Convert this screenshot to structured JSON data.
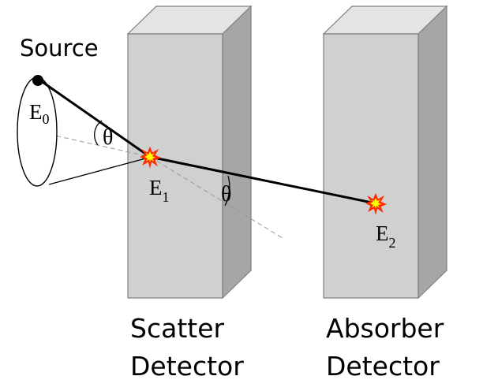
{
  "labels": {
    "source": "Source",
    "e0_base": "E",
    "e0_sub": "0",
    "e1_base": "E",
    "e1_sub": "1",
    "e2_base": "E",
    "e2_sub": "2",
    "theta_cone": "θ",
    "theta_scatter": "θ",
    "scatter_detector_line1": "Scatter",
    "scatter_detector_line2": "Detector",
    "absorber_detector_line1": "Absorber",
    "absorber_detector_line2": "Detector"
  },
  "colors": {
    "detector_front": "#d0d0d0",
    "detector_side": "#a6a6a6",
    "detector_top": "#e4e4e4",
    "detector_edge": "#7f7f7f",
    "ray": "#000000",
    "axis_dashed": "#9a9a9a",
    "burst_outer": "#ff2a00",
    "burst_inner": "#ffff00"
  }
}
